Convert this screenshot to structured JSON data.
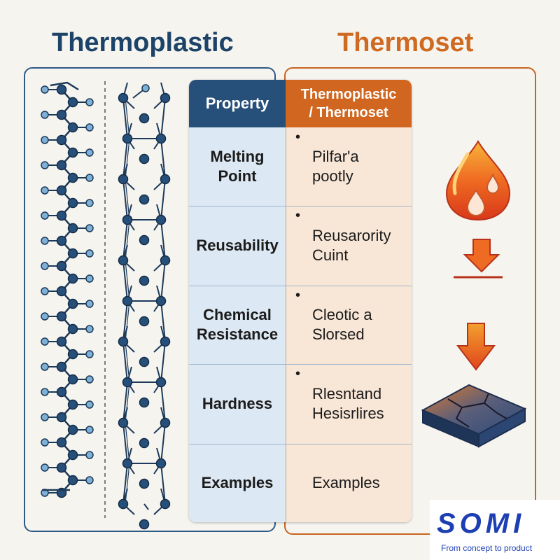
{
  "titles": {
    "left": "Thermoplastic",
    "right": "Thermoset"
  },
  "table": {
    "header_left": "Property",
    "header_right": "Thermoplastic\n/ Thermoset",
    "rows": [
      {
        "property": "Melting\nPoint",
        "bullet": "•",
        "value": "Pilfar'a\npootly"
      },
      {
        "property": "Reusability",
        "bullet": "•",
        "value": "Reusarority\nCuint"
      },
      {
        "property": "Chemical\nResistance",
        "bullet": "•",
        "value": "Cleotic a\nSlorsed"
      },
      {
        "property": "Hardness",
        "bullet": "•",
        "value": "Rlesntand\nHesisrlires"
      },
      {
        "property": "Examples",
        "bullet": "",
        "value": "Examples"
      }
    ]
  },
  "logo": {
    "name": "SOMI",
    "tagline": "From concept to product"
  },
  "colors": {
    "thermoplastic_blue": "#1d4468",
    "thermoset_orange": "#cf6a22",
    "node_dark": "#264f7a",
    "node_light": "#7fb1d6"
  },
  "icons": [
    "flame-drop-icon",
    "down-arrow-icon",
    "down-arrow-icon",
    "cracked-slab-icon"
  ]
}
